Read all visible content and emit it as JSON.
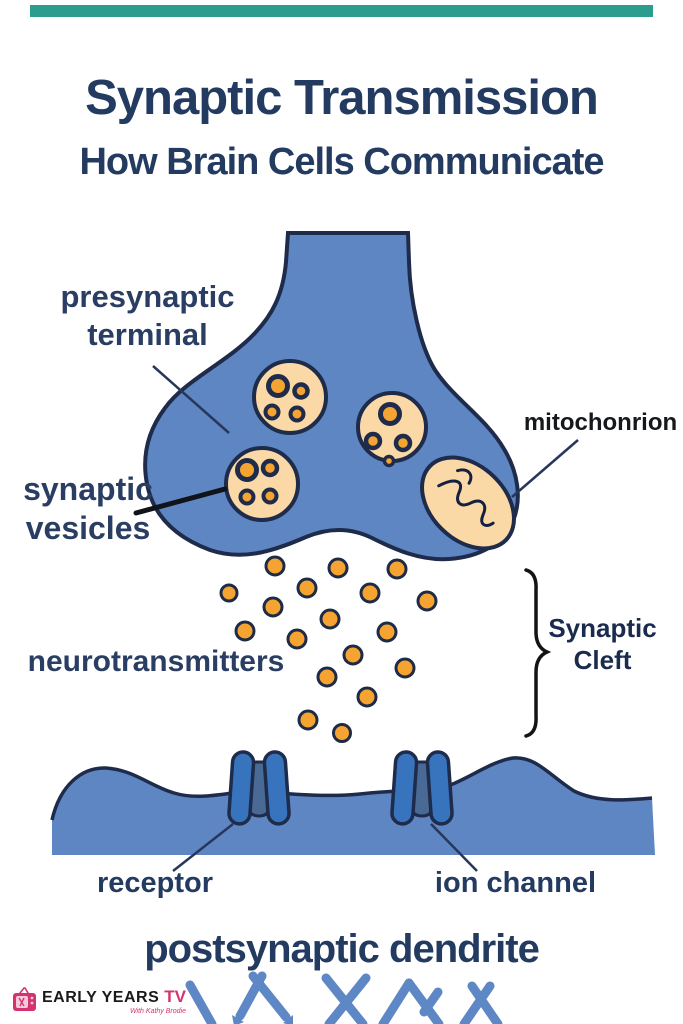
{
  "topbar": {
    "color": "#2A9D8F"
  },
  "header": {
    "title": "Synaptic Transmission",
    "subtitle": "How Brain Cells Communicate"
  },
  "labels": {
    "presynaptic_line1": "presynaptic",
    "presynaptic_line2": "terminal",
    "vesicles_line1": "synaptic",
    "vesicles_line2": "vesicles",
    "mitochondrion": "mitochonrion",
    "neurotransmitters": "neurotransmitters",
    "cleft_line1": "Synaptic",
    "cleft_line2": "Cleft",
    "receptor": "receptor",
    "ion_channel": "ion channel",
    "postsynaptic": "postsynaptic dendrite"
  },
  "logo": {
    "brand_black": "EARLY YEARS",
    "brand_pink": "TV",
    "tagline": "With Kathy Brodie"
  },
  "colors": {
    "accent_teal": "#2A9D8F",
    "heading_navy": "#243B61",
    "label_navy": "#2A3E63",
    "outline_navy": "#1E2B4A",
    "cell_blue": "#5E86C3",
    "receptor_blue": "#3874BE",
    "receptor_inner_blue": "#4A6A96",
    "vesicle_peach": "#FBD9A6",
    "dot_orange": "#F5A432",
    "brace_black": "#141414",
    "mito_label_black": "#15181D",
    "branch_blue": "#5E87C5",
    "logo_pink": "#D5336F",
    "logo_black": "#1A1A1A"
  }
}
